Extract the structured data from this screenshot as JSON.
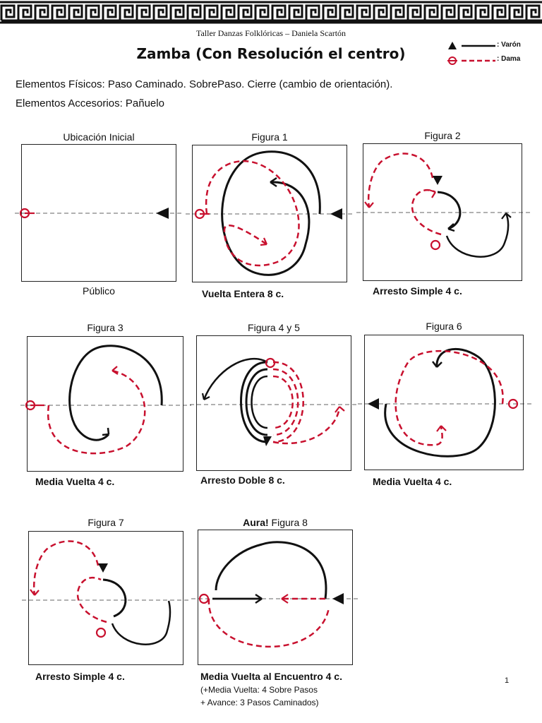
{
  "header": {
    "subtitle": "Taller Danzas Folklóricas – Daniela Scartón",
    "title": "Zamba (Con Resolución el centro)"
  },
  "legend": {
    "varon_label": ": Varón",
    "dama_label": ": Dama",
    "varon_color": "#111111",
    "dama_color": "#c8102e"
  },
  "elements": {
    "physical": "Elementos Físicos: Paso Caminado. SobrePaso. Cierre (cambio de orientación).",
    "accessory": "Elementos Accesorios: Pañuelo"
  },
  "figures": [
    {
      "title": "Ubicación Inicial",
      "caption": "Público"
    },
    {
      "title": "Figura 1",
      "caption": "Vuelta Entera 8 c."
    },
    {
      "title": "Figura 2",
      "caption": "Arresto Simple 4 c."
    },
    {
      "title": "Figura 3",
      "caption": "Media Vuelta 4 c."
    },
    {
      "title": "Figura 4 y 5",
      "caption": "Arresto Doble 8 c."
    },
    {
      "title": "Figura 6",
      "caption": "Media Vuelta 4 c."
    },
    {
      "title": "Figura 7",
      "caption": "Arresto Simple 4 c."
    },
    {
      "title_prefix": "Aura!",
      "title": "Figura 8",
      "caption": "Media Vuelta al Encuentro 4 c."
    }
  ],
  "notes": {
    "line1": "(+Media Vuelta: 4 Sobre Pasos",
    "line2": "+ Avance: 3 Pasos Caminados)"
  },
  "page_number": "1"
}
